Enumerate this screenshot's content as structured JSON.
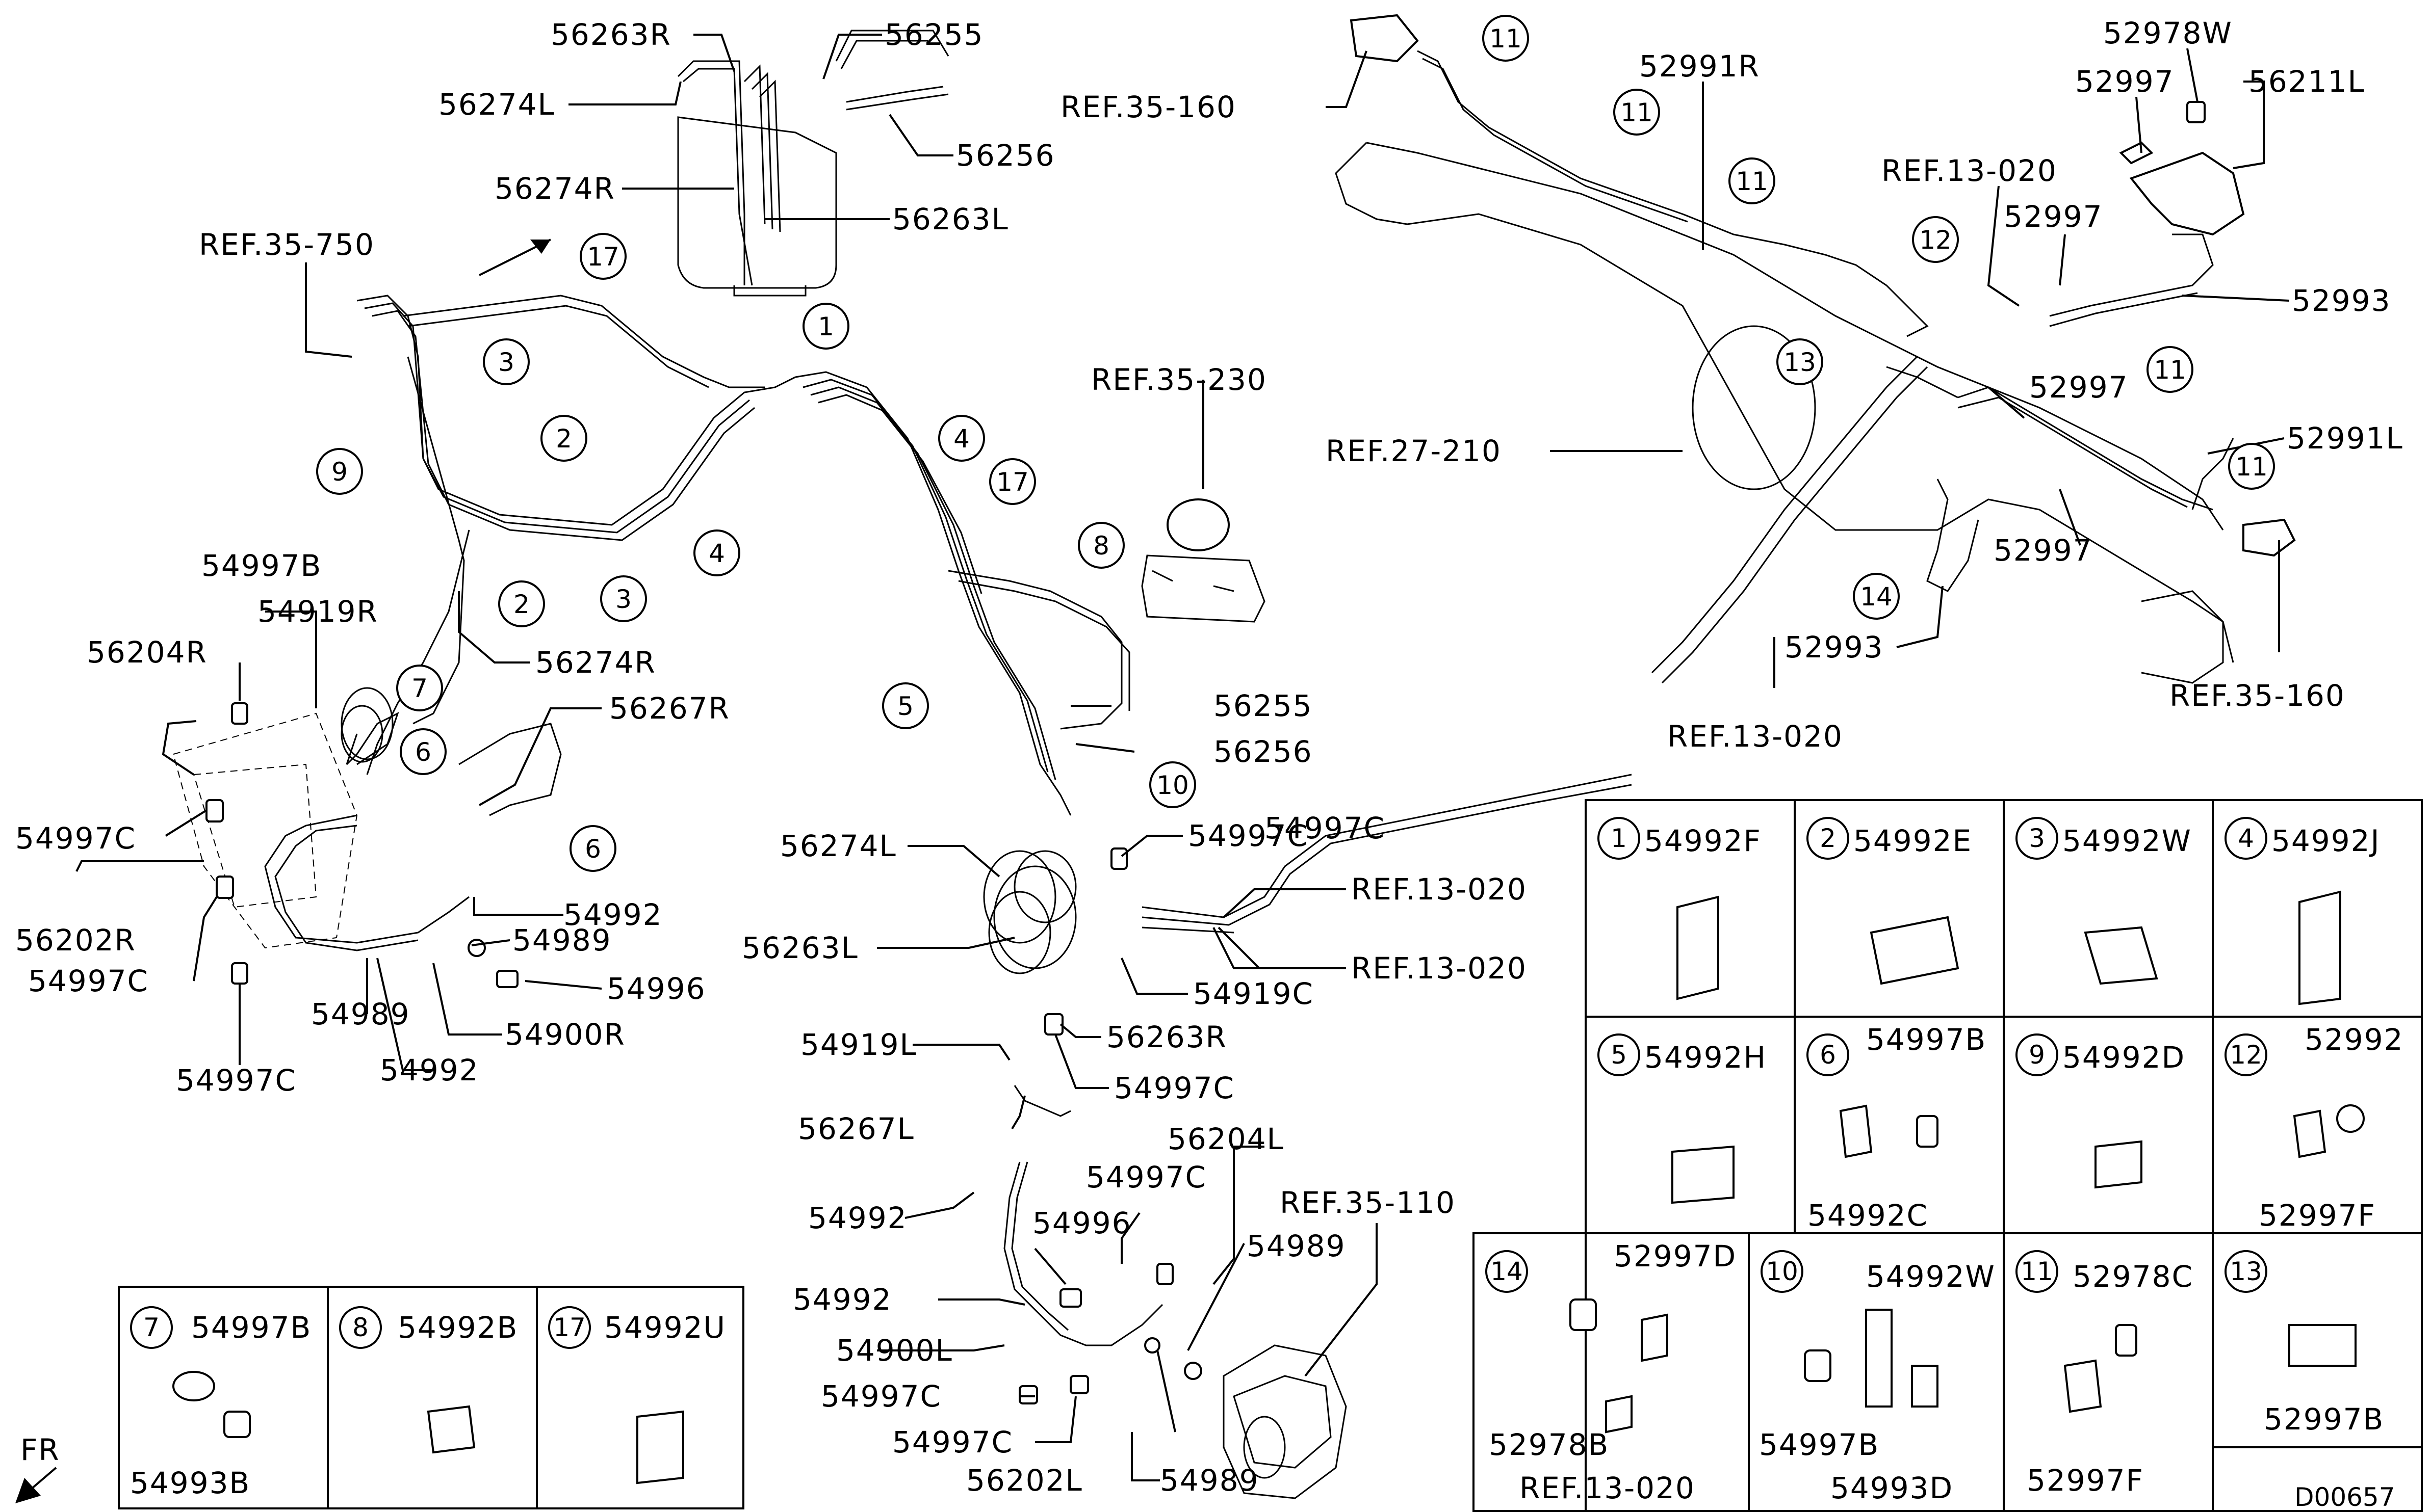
{
  "diagram_code": "D00657",
  "front_arrow": "FR",
  "labels": [
    {
      "id": "l1",
      "text": "56263R"
    },
    {
      "id": "l2",
      "text": "56255"
    },
    {
      "id": "l3",
      "text": "56274L"
    },
    {
      "id": "l4",
      "text": "56256"
    },
    {
      "id": "l5",
      "text": "56274R"
    },
    {
      "id": "l6",
      "text": "56263L"
    },
    {
      "id": "l7",
      "text": "REF.35-750"
    },
    {
      "id": "l8",
      "text": "REF.35-160"
    },
    {
      "id": "l9",
      "text": "52991R"
    },
    {
      "id": "l10",
      "text": "52978W"
    },
    {
      "id": "l11",
      "text": "52997"
    },
    {
      "id": "l12",
      "text": "56211L"
    },
    {
      "id": "l13",
      "text": "REF.13-020"
    },
    {
      "id": "l14",
      "text": "52997"
    },
    {
      "id": "l15",
      "text": "52993"
    },
    {
      "id": "l16",
      "text": "REF.35-230"
    },
    {
      "id": "l17",
      "text": "REF.27-210"
    },
    {
      "id": "l18",
      "text": "52997"
    },
    {
      "id": "l19",
      "text": "52991L"
    },
    {
      "id": "l20",
      "text": "52997"
    },
    {
      "id": "l21",
      "text": "52993"
    },
    {
      "id": "l22",
      "text": "REF.35-160"
    },
    {
      "id": "l23",
      "text": "REF.13-020"
    },
    {
      "id": "l24",
      "text": "54997B"
    },
    {
      "id": "l25",
      "text": "54919R"
    },
    {
      "id": "l26",
      "text": "56204R"
    },
    {
      "id": "l27",
      "text": "56274R"
    },
    {
      "id": "l28",
      "text": "56267R"
    },
    {
      "id": "l29",
      "text": "56255"
    },
    {
      "id": "l30",
      "text": "56256"
    },
    {
      "id": "l31",
      "text": "54997C"
    },
    {
      "id": "l32",
      "text": "54992"
    },
    {
      "id": "l33",
      "text": "56202R"
    },
    {
      "id": "l34",
      "text": "54989"
    },
    {
      "id": "l35",
      "text": "54997C"
    },
    {
      "id": "l36",
      "text": "54996"
    },
    {
      "id": "l37",
      "text": "54989"
    },
    {
      "id": "l38",
      "text": "54900R"
    },
    {
      "id": "l39",
      "text": "54992"
    },
    {
      "id": "l40",
      "text": "54997C"
    },
    {
      "id": "l41",
      "text": "56274L"
    },
    {
      "id": "l42",
      "text": "54997C"
    },
    {
      "id": "l43",
      "text": "REF.13-020"
    },
    {
      "id": "l44",
      "text": "56263L"
    },
    {
      "id": "l45",
      "text": "REF.13-020"
    },
    {
      "id": "l46",
      "text": "54919C"
    },
    {
      "id": "l47",
      "text": "54919L"
    },
    {
      "id": "l48",
      "text": "56263R"
    },
    {
      "id": "l49",
      "text": "54997C"
    },
    {
      "id": "l50",
      "text": "56267L"
    },
    {
      "id": "l51",
      "text": "56204L"
    },
    {
      "id": "l52",
      "text": "REF.35-110"
    },
    {
      "id": "l53",
      "text": "54997C"
    },
    {
      "id": "l54",
      "text": "54992"
    },
    {
      "id": "l55",
      "text": "54996"
    },
    {
      "id": "l56",
      "text": "54989"
    },
    {
      "id": "l57",
      "text": "54992"
    },
    {
      "id": "l58",
      "text": "54900L"
    },
    {
      "id": "l59",
      "text": "54997C"
    },
    {
      "id": "l60",
      "text": "54997C"
    },
    {
      "id": "l61",
      "text": "56202L"
    },
    {
      "id": "l62",
      "text": "54989"
    },
    {
      "id": "l63",
      "text": "54997C"
    }
  ],
  "callouts": [
    {
      "id": "c1",
      "num": "17"
    },
    {
      "id": "c2",
      "num": "1"
    },
    {
      "id": "c3",
      "num": "3"
    },
    {
      "id": "c4",
      "num": "2"
    },
    {
      "id": "c5",
      "num": "9"
    },
    {
      "id": "c6",
      "num": "2"
    },
    {
      "id": "c7",
      "num": "3"
    },
    {
      "id": "c8",
      "num": "4"
    },
    {
      "id": "c9",
      "num": "4"
    },
    {
      "id": "c10",
      "num": "17"
    },
    {
      "id": "c11",
      "num": "8"
    },
    {
      "id": "c12",
      "num": "7"
    },
    {
      "id": "c13",
      "num": "6"
    },
    {
      "id": "c14",
      "num": "6"
    },
    {
      "id": "c15",
      "num": "5"
    },
    {
      "id": "c16",
      "num": "10"
    },
    {
      "id": "c17",
      "num": "11"
    },
    {
      "id": "c18",
      "num": "11"
    },
    {
      "id": "c19",
      "num": "11"
    },
    {
      "id": "c20",
      "num": "12"
    },
    {
      "id": "c21",
      "num": "13"
    },
    {
      "id": "c22",
      "num": "11"
    },
    {
      "id": "c23",
      "num": "11"
    },
    {
      "id": "c24",
      "num": "14"
    }
  ],
  "clip_table_right": [
    {
      "num": "1",
      "codes": [
        "54992F"
      ]
    },
    {
      "num": "2",
      "codes": [
        "54992E"
      ]
    },
    {
      "num": "3",
      "codes": [
        "54992W"
      ]
    },
    {
      "num": "4",
      "codes": [
        "54992J"
      ]
    },
    {
      "num": "5",
      "codes": [
        "54992H"
      ]
    },
    {
      "num": "6",
      "codes": [
        "54997B",
        "54992C"
      ]
    },
    {
      "num": "9",
      "codes": [
        "54992D"
      ]
    },
    {
      "num": "12",
      "codes": [
        "52992",
        "52997F"
      ]
    },
    {
      "num": "14",
      "codes": [
        "52997D",
        "52978B",
        "REF.13-020"
      ]
    },
    {
      "num": "10",
      "codes": [
        "54992W",
        "54997B",
        "54993D"
      ]
    },
    {
      "num": "11",
      "codes": [
        "52978C",
        "52997F"
      ]
    },
    {
      "num": "13",
      "codes": [
        "52997B"
      ]
    }
  ],
  "clip_table_left": [
    {
      "num": "7",
      "codes": [
        "54997B",
        "54993B"
      ]
    },
    {
      "num": "8",
      "codes": [
        "54992B"
      ]
    },
    {
      "num": "17",
      "codes": [
        "54992U"
      ]
    }
  ]
}
